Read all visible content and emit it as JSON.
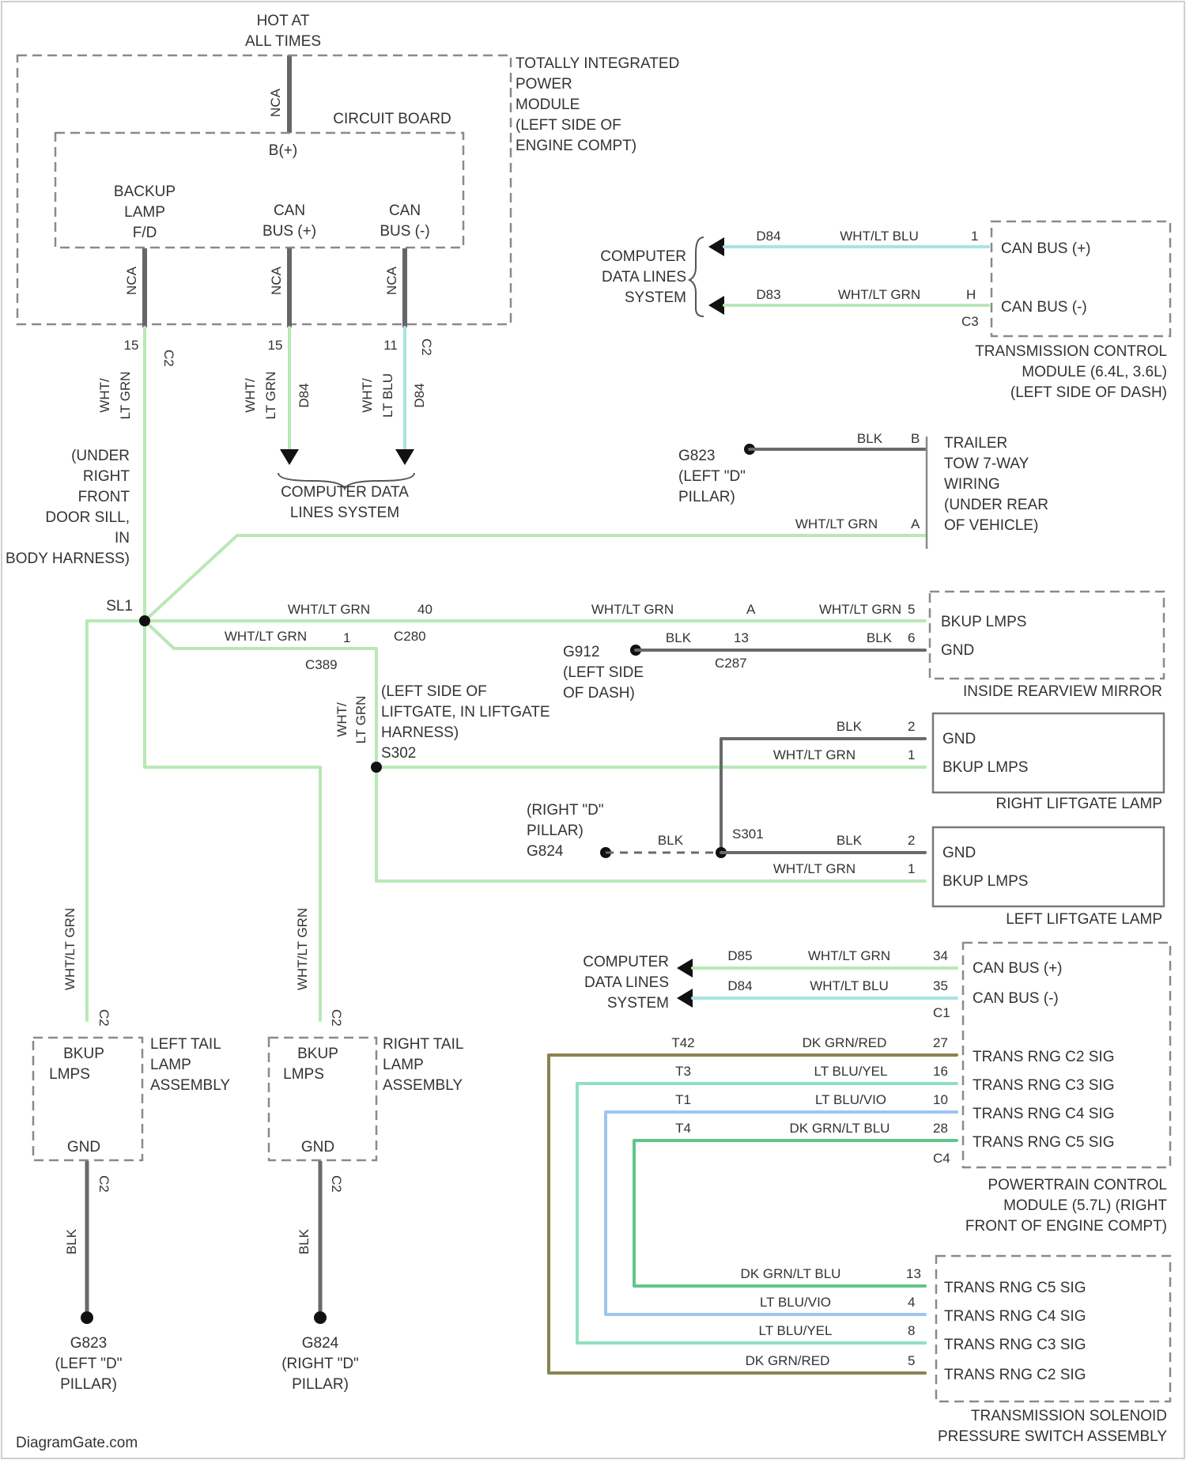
{
  "colors": {
    "wire_ltgrn": "#b8e8b6",
    "wire_ltblu": "#a8e4e4",
    "wire_blu": "#9ec5f0",
    "wire_dkgrn": "#62c48a",
    "wire_olive": "#8a8350",
    "wire_blk": "#6a6a6a",
    "wire_ltgrn2": "#90e0c0",
    "box": "#8a8a8a",
    "text": "#333333"
  },
  "power": {
    "hot_label": [
      "HOT AT",
      "ALL TIMES"
    ],
    "wire_label": "NCA",
    "module_label": [
      "TOTALLY INTEGRATED",
      "POWER",
      "MODULE",
      "(LEFT SIDE OF",
      "ENGINE COMPT)"
    ],
    "circuit_board_label": "CIRCUIT BOARD",
    "b_plus": "B(+)",
    "backup_lamp_label": [
      "BACKUP",
      "LAMP",
      "F/D"
    ],
    "can_pos_label": [
      "CAN",
      "BUS (+)"
    ],
    "can_neg_label": [
      "CAN",
      "BUS (-)"
    ],
    "nca": "NCA",
    "pin_15": "15",
    "pin_11": "11",
    "connector_c2": "C2"
  },
  "left_wires": {
    "backup_wire": [
      "WHT/",
      "LT GRN"
    ],
    "can_pos_wire": [
      "WHT/",
      "LT GRN",
      "D84"
    ],
    "can_neg_wire": [
      "WHT/",
      "LT BLU",
      "D84"
    ],
    "computer_data_lines": [
      "COMPUTER DATA",
      "LINES SYSTEM"
    ]
  },
  "splice": {
    "location": [
      "(UNDER",
      "RIGHT",
      "FRONT",
      "DOOR SILL,",
      "IN",
      "BODY HARNESS)"
    ],
    "label": "SL1"
  },
  "tcm": {
    "computer_data_lines": [
      "COMPUTER",
      "DATA LINES",
      "SYSTEM"
    ],
    "d84": "D84",
    "d83": "D83",
    "wire_top": "WHT/LT BLU",
    "wire_bot": "WHT/LT GRN",
    "pin_top": "1",
    "pin_bot": "H",
    "connector": "C3",
    "can_pos": "CAN BUS (+)",
    "can_neg": "CAN BUS (-)",
    "label": [
      "TRANSMISSION CONTROL",
      "MODULE (6.4L, 3.6L)",
      "(LEFT SIDE OF DASH)"
    ]
  },
  "trailer": {
    "ground": [
      "G823",
      "(LEFT \"D\"",
      "PILLAR)"
    ],
    "blk": "BLK",
    "pin_b": "B",
    "pin_a": "A",
    "wire": "WHT/LT GRN",
    "label": [
      "TRAILER",
      "TOW 7-WAY",
      "WIRING",
      "(UNDER REAR",
      "OF VEHICLE)"
    ]
  },
  "mirror": {
    "wire1": "WHT/LT GRN",
    "pin40": "40",
    "c280": "C280",
    "wire2": "WHT/LT GRN",
    "pin_a": "A",
    "wire3": "WHT/LT GRN",
    "pin_5": "5",
    "ground": [
      "G912",
      "(LEFT SIDE",
      "OF DASH)"
    ],
    "blk": "BLK",
    "pin_13": "13",
    "c287": "C287",
    "blk2": "BLK",
    "pin_6": "6",
    "bkup": "BKUP LMPS",
    "gnd": "GND",
    "label": "INSIDE REARVIEW MIRROR"
  },
  "liftgate": {
    "wire_c389": "WHT/LT GRN",
    "c389": "C389",
    "pin_1": "1",
    "vert_wire": [
      "WHT/",
      "LT GRN"
    ],
    "splice_loc": [
      "(LEFT SIDE OF",
      "LIFTGATE, IN LIFTGATE",
      "HARNESS)"
    ],
    "splice": "S302",
    "right_blk": "BLK",
    "right_wire": "WHT/LT GRN",
    "pin_2": "2",
    "pin_1b": "1",
    "gnd": "GND",
    "bkup": "BKUP LMPS",
    "right_label": "RIGHT LIFTGATE LAMP",
    "ground": [
      "(RIGHT \"D\"",
      "PILLAR)",
      "G824"
    ],
    "blk": "BLK",
    "s301": "S301",
    "left_blk": "BLK",
    "left_wire": "WHT/LT GRN",
    "left_label": "LEFT LIFTGATE LAMP"
  },
  "tail": {
    "wire": [
      "WHT/LT GRN"
    ],
    "pin_c2": "C2",
    "bkup": [
      "BKUP",
      "LMPS"
    ],
    "gnd": "GND",
    "blk": "BLK",
    "left_label": [
      "LEFT TAIL",
      "LAMP",
      "ASSEMBLY"
    ],
    "right_label": [
      "RIGHT TAIL",
      "LAMP",
      "ASSEMBLY"
    ],
    "left_ground": [
      "G823",
      "(LEFT \"D\"",
      "PILLAR)"
    ],
    "right_ground": [
      "G824",
      "(RIGHT \"D\"",
      "PILLAR)"
    ]
  },
  "pcm": {
    "computer_data_lines": [
      "COMPUTER",
      "DATA LINES",
      "SYSTEM"
    ],
    "d85": "D85",
    "d84": "D84",
    "wire_top": "WHT/LT GRN",
    "wire_bot": "WHT/LT BLU",
    "pin_34": "34",
    "pin_35": "35",
    "c1": "C1",
    "can_pos": "CAN BUS (+)",
    "can_neg": "CAN BUS (-)",
    "circuits": [
      {
        "id": "T42",
        "wire": "DK GRN/RED",
        "pin": "27",
        "func": "TRANS RNG C2 SIG"
      },
      {
        "id": "T3",
        "wire": "LT BLU/YEL",
        "pin": "16",
        "func": "TRANS RNG C3 SIG"
      },
      {
        "id": "T1",
        "wire": "LT BLU/VIO",
        "pin": "10",
        "func": "TRANS RNG C4 SIG"
      },
      {
        "id": "T4",
        "wire": "DK GRN/LT BLU",
        "pin": "28",
        "func": "TRANS RNG C5 SIG"
      }
    ],
    "c4": "C4",
    "label": [
      "POWERTRAIN CONTROL",
      "MODULE (5.7L) (RIGHT",
      "FRONT OF ENGINE COMPT)"
    ]
  },
  "solenoid": {
    "rows": [
      {
        "wire": "DK GRN/LT BLU",
        "pin": "13",
        "func": "TRANS RNG C5 SIG"
      },
      {
        "wire": "LT BLU/VIO",
        "pin": "4",
        "func": "TRANS RNG C4 SIG"
      },
      {
        "wire": "LT BLU/YEL",
        "pin": "8",
        "func": "TRANS RNG C3 SIG"
      },
      {
        "wire": "DK GRN/RED",
        "pin": "5",
        "func": "TRANS RNG C2 SIG"
      }
    ],
    "label": [
      "TRANSMISSION SOLENOID",
      "PRESSURE SWITCH ASSEMBLY"
    ]
  },
  "watermark": "DiagramGate.com"
}
